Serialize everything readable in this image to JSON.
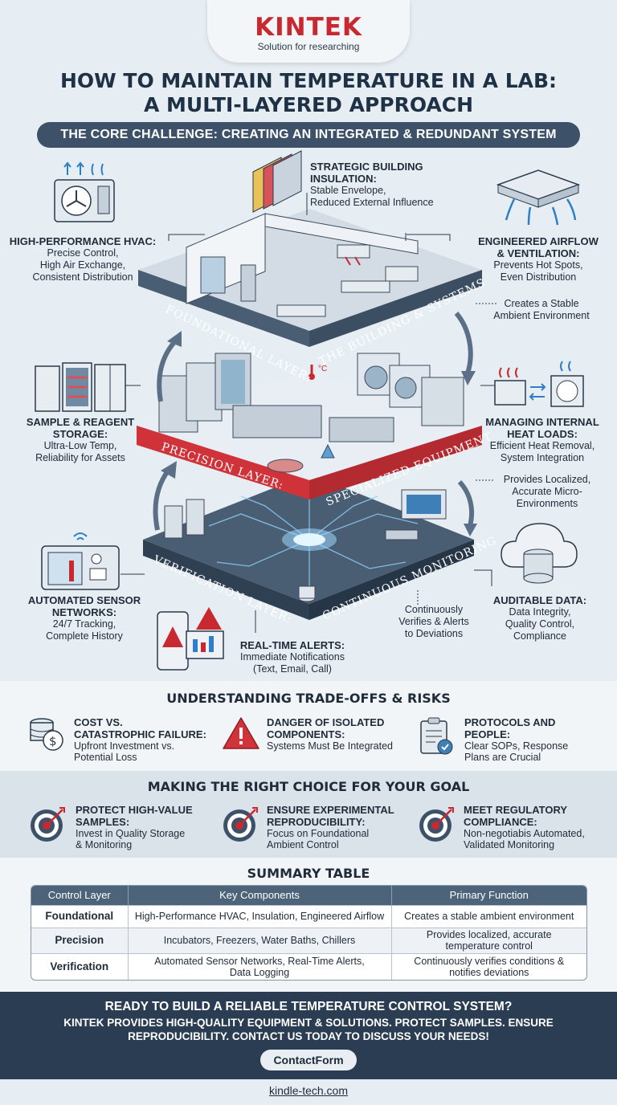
{
  "logo": {
    "brand": "KINTEK",
    "tagline": "Solution for researching"
  },
  "title": {
    "line1": "HOW TO MAINTAIN TEMPERATURE IN A LAB:",
    "line2": "A MULTI-LAYERED APPROACH"
  },
  "banner": "THE CORE CHALLENGE: CREATING AN INTEGRATED & REDUNDANT SYSTEM",
  "colors": {
    "brand_red": "#c8282f",
    "navy": "#2a3d52",
    "slate": "#3d5268"
  },
  "layers": {
    "foundational": "FOUNDATIONAL LAYER:",
    "foundational_sub": "THE BUILDING & SYSTEMS",
    "precision": "PRECISION LAYER:",
    "precision_sub": "SPECIALIZED EQUIPMENT",
    "verification": "VERIFICATION LAYER:",
    "verification_sub": "CONTINUOUS MONITORING"
  },
  "callouts": {
    "insulation": {
      "title1": "STRATEGIC BUILDING",
      "title2": "INSULATION:",
      "t1": "Stable Envelope,",
      "t2": "Reduced External Influence"
    },
    "hvac": {
      "title": "HIGH-PERFORMANCE HVAC:",
      "t1": "Precise Control,",
      "t2": "High Air Exchange,",
      "t3": "Consistent Distribution"
    },
    "airflow": {
      "title1": "ENGINEERED AIRFLOW",
      "title2": "& VENTILATION:",
      "t1": "Prevents Hot Spots,",
      "t2": "Even Distribution"
    },
    "stable": {
      "t1": "Creates a Stable",
      "t2": "Ambient Environment"
    },
    "storage": {
      "title": "SAMPLE & REAGENT",
      "title2": "STORAGE:",
      "t1": "Ultra-Low Temp,",
      "t2": "Reliability for Assets"
    },
    "heat": {
      "title1": "MANAGING INTERNAL",
      "title2": "HEAT LOADS:",
      "t1": "Efficient Heat Removal,",
      "t2": "System Integration"
    },
    "micro": {
      "t1": "Provides Localized,",
      "t2": "Accurate Micro-",
      "t3": "Environments"
    },
    "sensor": {
      "title1": "AUTOMATED SENSOR",
      "title2": "NETWORKS:",
      "t1": "24/7 Tracking,",
      "t2": "Complete History"
    },
    "verifies": {
      "t1": "Continuously",
      "t2": "Verifies & Alerts",
      "t3": "to Deviations"
    },
    "auditable": {
      "title": "AUDITABLE DATA:",
      "t1": "Data Integrity,",
      "t2": "Quality Control,",
      "t3": "Compliance"
    },
    "alerts": {
      "title": "REAL-TIME ALERTS:",
      "t1": "Immediate Notifications",
      "t2": "(Text, Email, Call)"
    },
    "thermo": "°C"
  },
  "tradeoffs": {
    "title": "UNDERSTANDING TRADE-OFFS & RISKS",
    "items": [
      {
        "h1": "COST VS.",
        "h2": "CATASTROPHIC FAILURE:",
        "t1": "Upfront Investment vs.",
        "t2": "Potential Loss"
      },
      {
        "h1": "DANGER OF ISOLATED",
        "h2": "COMPONENTS:",
        "t1": "Systems Must Be Integrated",
        "t2": ""
      },
      {
        "h1": "PROTOCOLS AND",
        "h2": "PEOPLE:",
        "t1": "Clear SOPs, Response",
        "t2": "Plans are Crucial"
      }
    ]
  },
  "choice": {
    "title": "MAKING THE RIGHT CHOICE FOR YOUR GOAL",
    "items": [
      {
        "h1": "PROTECT HIGH-VALUE",
        "h2": "SAMPLES:",
        "t1": "Invest in Quality Storage",
        "t2": "& Monitoring"
      },
      {
        "h1": "ENSURE EXPERIMENTAL",
        "h2": "REPRODUCIBILITY:",
        "t1": "Focus on Foundational",
        "t2": "Ambient Control"
      },
      {
        "h1": "MEET REGULATORY",
        "h2": "COMPLIANCE:",
        "t1": "Non-negotiabis Automated,",
        "t2": "Validated Monitoring"
      }
    ]
  },
  "summary": {
    "title": "SUMMARY TABLE",
    "headers": [
      "Control Layer",
      "Key Components",
      "Primary Function"
    ],
    "rows": [
      {
        "layer": "Foundational",
        "c1": "High-Performance HVAC, Insulation, Engineered Airflow",
        "c2": "",
        "f1": "Creates a stable ambient environment",
        "f2": ""
      },
      {
        "layer": "Precision",
        "c1": "Incubators, Freezers, Water Baths, Chillers",
        "c2": "",
        "f1": "Provides localized, accurate",
        "f2": "temperature control"
      },
      {
        "layer": "Verification",
        "c1": "Automated Sensor Networks, Real-Time Alerts,",
        "c2": "Data Logging",
        "f1": "Continuously verifies conditions &",
        "f2": "notifies deviations"
      }
    ]
  },
  "footer": {
    "headline": "READY TO BUILD A RELIABLE TEMPERATURE CONTROL SYSTEM?",
    "body": "KINTEK PROVIDES HIGH-QUALITY EQUIPMENT & SOLUTIONS. PROTECT SAMPLES. ENSURE REPRODUCIBILITY. CONTACT US TODAY TO DISCUSS YOUR NEEDS!",
    "button": "ContactForm",
    "url": "kindle-tech.com"
  }
}
